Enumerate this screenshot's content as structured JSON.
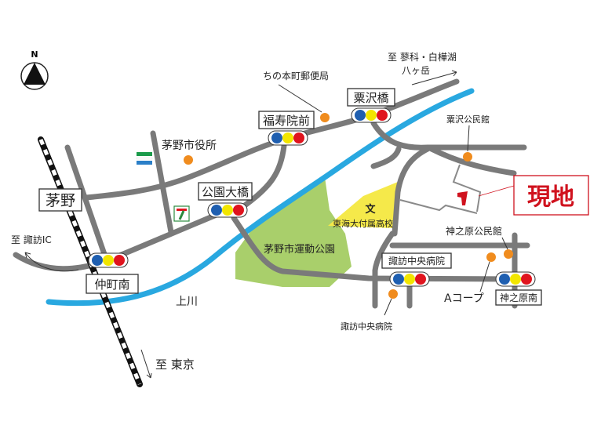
{
  "compass": {
    "label": "N"
  },
  "colors": {
    "road": "#7a7a7a",
    "river": "#29a8e0",
    "park": "#a9cf6b",
    "school": "#f5e94a",
    "poi": "#f08c1e",
    "site": "#d0121e",
    "signal_blue": "#1f5fb0",
    "signal_yellow": "#f2e600",
    "signal_red": "#e0141e"
  },
  "stations": {
    "chino": "茅野"
  },
  "intersections": {
    "nakamachi_minami": "仲町南",
    "koen_ohashi": "公園大橋",
    "fukujuin_mae": "福寿院前",
    "awasawa_bashi": "粟沢橋",
    "suwa_chuo_byoin": "諏訪中央病院",
    "gonohara_minami": "神之原南"
  },
  "site": {
    "label": "現地"
  },
  "pois": {
    "post_office": "ちの本町郵便局",
    "city_hall": "茅野市役所",
    "awasawa_hall": "粟沢公民館",
    "school": "東海大付属高校",
    "school_symbol": "文",
    "park": "茅野市運動公園",
    "river": "上川",
    "gonohara_hall": "神之原公民館",
    "a_coop": "Aコープ",
    "hospital": "諏訪中央病院"
  },
  "directions": {
    "tokyo": "至 東京",
    "suwa_ic": "至 諏訪IC",
    "tateshina_1": "至 蓼科・白樺湖",
    "tateshina_2": "八ヶ岳"
  }
}
